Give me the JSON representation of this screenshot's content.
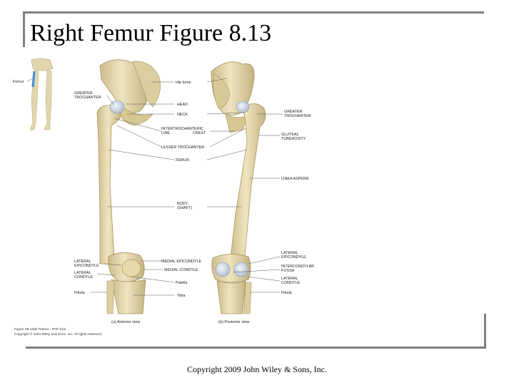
{
  "slide": {
    "title": "Right Femur  Figure 8.13",
    "footer": "Copyright 2009 John Wiley & Sons, Inc."
  },
  "figure": {
    "inset_label": "Femur",
    "labels": {
      "hip_bone": "Hip bone",
      "greater_trochanter_1": "GREATER",
      "greater_trochanter_2": "TROCHANTER",
      "head": "HEAD",
      "neck": "NECK",
      "intertrochanteric_1": "INTERTROCHANTERIC",
      "intertrochanteric_2": "LINE",
      "intertrochanteric_3": "CREST",
      "gluteal_1": "GLUTEAL",
      "gluteal_2": "TUBEROSITY",
      "lesser_trochanter": "LESSER TROCHANTER",
      "femur": "FEMUR",
      "linea_aspera": "LINEA ASPERA",
      "body_1": "BODY",
      "body_2": "(SHAFT)",
      "lateral_epicondyle_1": "LATERAL",
      "lateral_epicondyle_2": "EPICONDYLE",
      "medial_epicondyle": "MEDIAL EPICONDYLE",
      "medial_condyle": "MEDIAL CONDYLE",
      "lateral_condyle_1": "LATERAL",
      "lateral_condyle_2": "CONDYLE",
      "intercondylar_1": "INTERCONDYLAR",
      "intercondylar_2": "FOSSA",
      "patella": "Patella",
      "fibula": "Fibula",
      "tibia": "Tibia"
    },
    "caption_anterior": "(a) Anterior view",
    "caption_posterior": "(b) Posterior view",
    "credit_1": "Figure 08.13ab  Tortora - PAP 12/e",
    "credit_2": "Copyright © John Wiley and Sons, Inc. All rights reserved."
  },
  "colors": {
    "frame": "#808080",
    "bone": "#e8dcb4",
    "bone_shadow": "#c9b88a",
    "cartilage": "#c9d4e4",
    "inset_highlight": "#3a8fd6",
    "leader": "#555555"
  }
}
